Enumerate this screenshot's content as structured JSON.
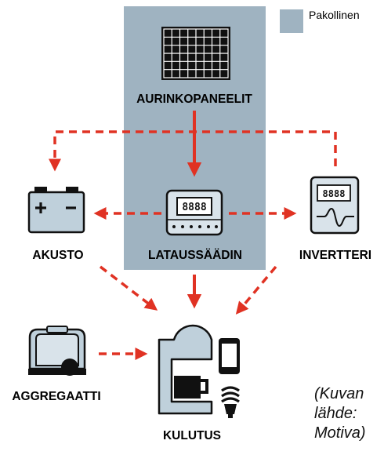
{
  "legend": {
    "label": "Pakollinen",
    "color": "#9fb3c1"
  },
  "nodes": {
    "solar": "AURINKOPANEELIT",
    "battery": "AKUSTO",
    "controller": "LATAUSSÄÄDIN",
    "inverter": "INVERTTERI",
    "generator": "AGGREGAATTI",
    "consumption": "KULUTUS"
  },
  "source_note": "(Kuvan\nlähde:\nMotiva)",
  "colors": {
    "arrow": "#e03223",
    "required": "#9fb3c1",
    "icon_fill": "#bfd0db"
  },
  "icons": [
    "solar-panel-icon",
    "battery-icon",
    "charge-controller-icon",
    "inverter-icon",
    "generator-icon",
    "coffee-machine-icon",
    "smartphone-icon",
    "light-bulb-icon"
  ]
}
